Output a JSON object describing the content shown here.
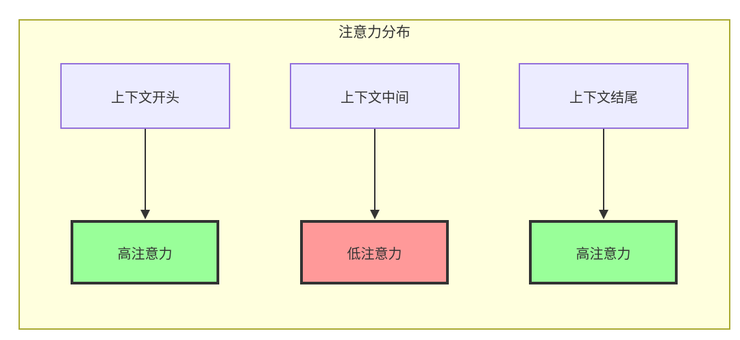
{
  "diagram": {
    "title": "注意力分布",
    "columns": [
      {
        "source": {
          "label": "上下文开头"
        },
        "target": {
          "label": "高注意力",
          "level": "high"
        }
      },
      {
        "source": {
          "label": "上下文中间"
        },
        "target": {
          "label": "低注意力",
          "level": "low"
        }
      },
      {
        "source": {
          "label": "上下文结尾"
        },
        "target": {
          "label": "高注意力",
          "level": "high"
        }
      }
    ],
    "colors": {
      "container_fill": "#ffffde",
      "container_border": "#aaaa33",
      "context_node_fill": "#ececff",
      "context_node_border": "#9370db",
      "high_attention_fill": "#99ff99",
      "low_attention_fill": "#ff9999",
      "result_node_border": "#333333",
      "arrow": "#333333",
      "text": "#333333"
    }
  }
}
